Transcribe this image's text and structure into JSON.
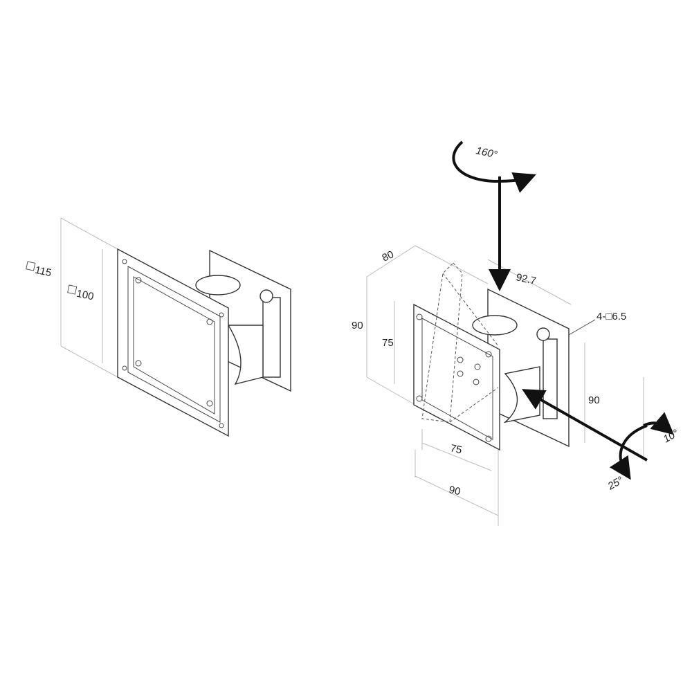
{
  "colors": {
    "line": "#333333",
    "dimension": "#bbbbbb",
    "arrow": "#111111"
  },
  "left_view": {
    "dim_outer": "115",
    "dim_inner": "100"
  },
  "right_view": {
    "rotation_swivel": "160°",
    "depth": "80",
    "width_top": "92.7",
    "holes": "4-□6.5",
    "height_left_outer": "90",
    "height_left_inner": "75",
    "height_right": "90",
    "width_bottom_inner": "75",
    "width_bottom_outer": "90",
    "tilt_up": "10°",
    "tilt_down": "25°"
  }
}
